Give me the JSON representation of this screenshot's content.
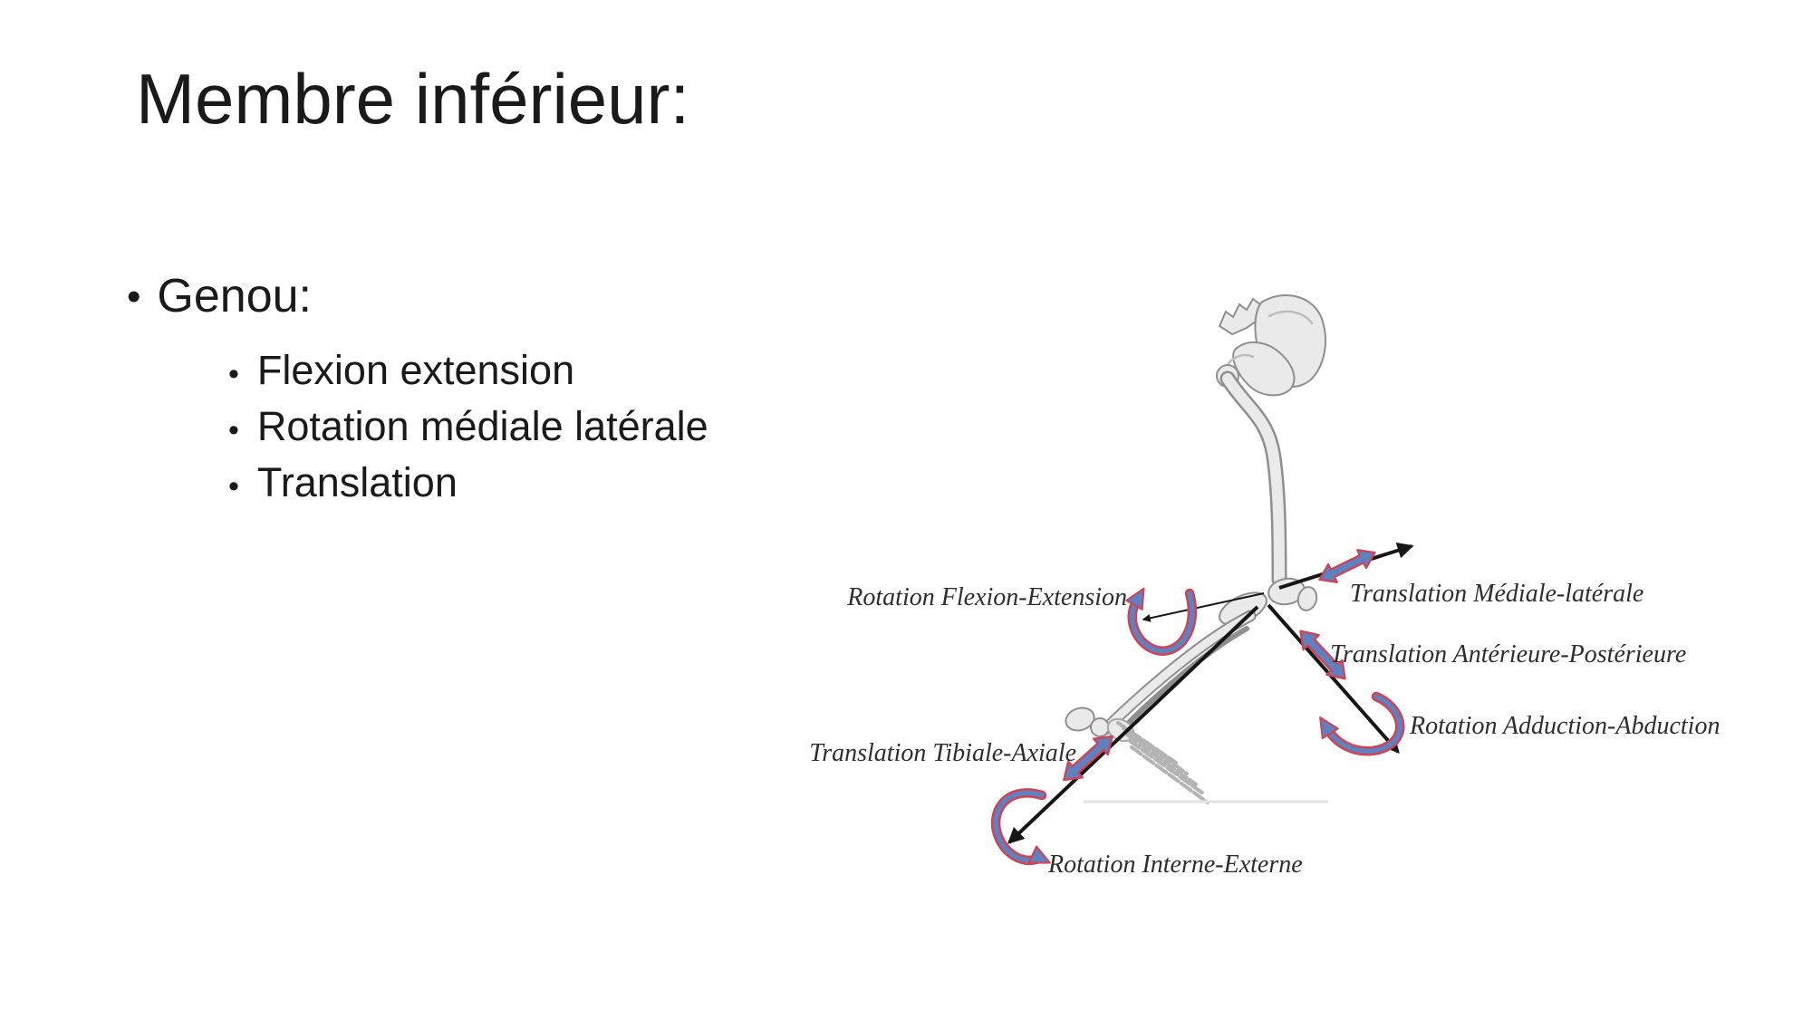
{
  "slide": {
    "title": "Membre inférieur:",
    "bullet_char": "•",
    "list": {
      "main": "Genou:",
      "sub": [
        "Flexion extension",
        "Rotation médiale latérale",
        "Translation"
      ]
    }
  },
  "figure": {
    "labels": {
      "flexion_extension": "Rotation Flexion-Extension",
      "mediale_laterale": "Translation Médiale-latérale",
      "anterieure_posterieure": "Translation Antérieure-Postérieure",
      "adduction_abduction": "Rotation Adduction-Abduction",
      "tibiale_axiale": "Translation Tibiale-Axiale",
      "interne_externe": "Rotation Interne-Externe"
    },
    "colors": {
      "arrow_blue": "#6080c0",
      "arrow_red": "#cf4353",
      "axis_black": "#161616",
      "label_text": "#2e2e2e",
      "bone_fill": "#eaeaea",
      "bone_stroke": "#8f8f8f",
      "ground": "#e3e3e3"
    }
  }
}
